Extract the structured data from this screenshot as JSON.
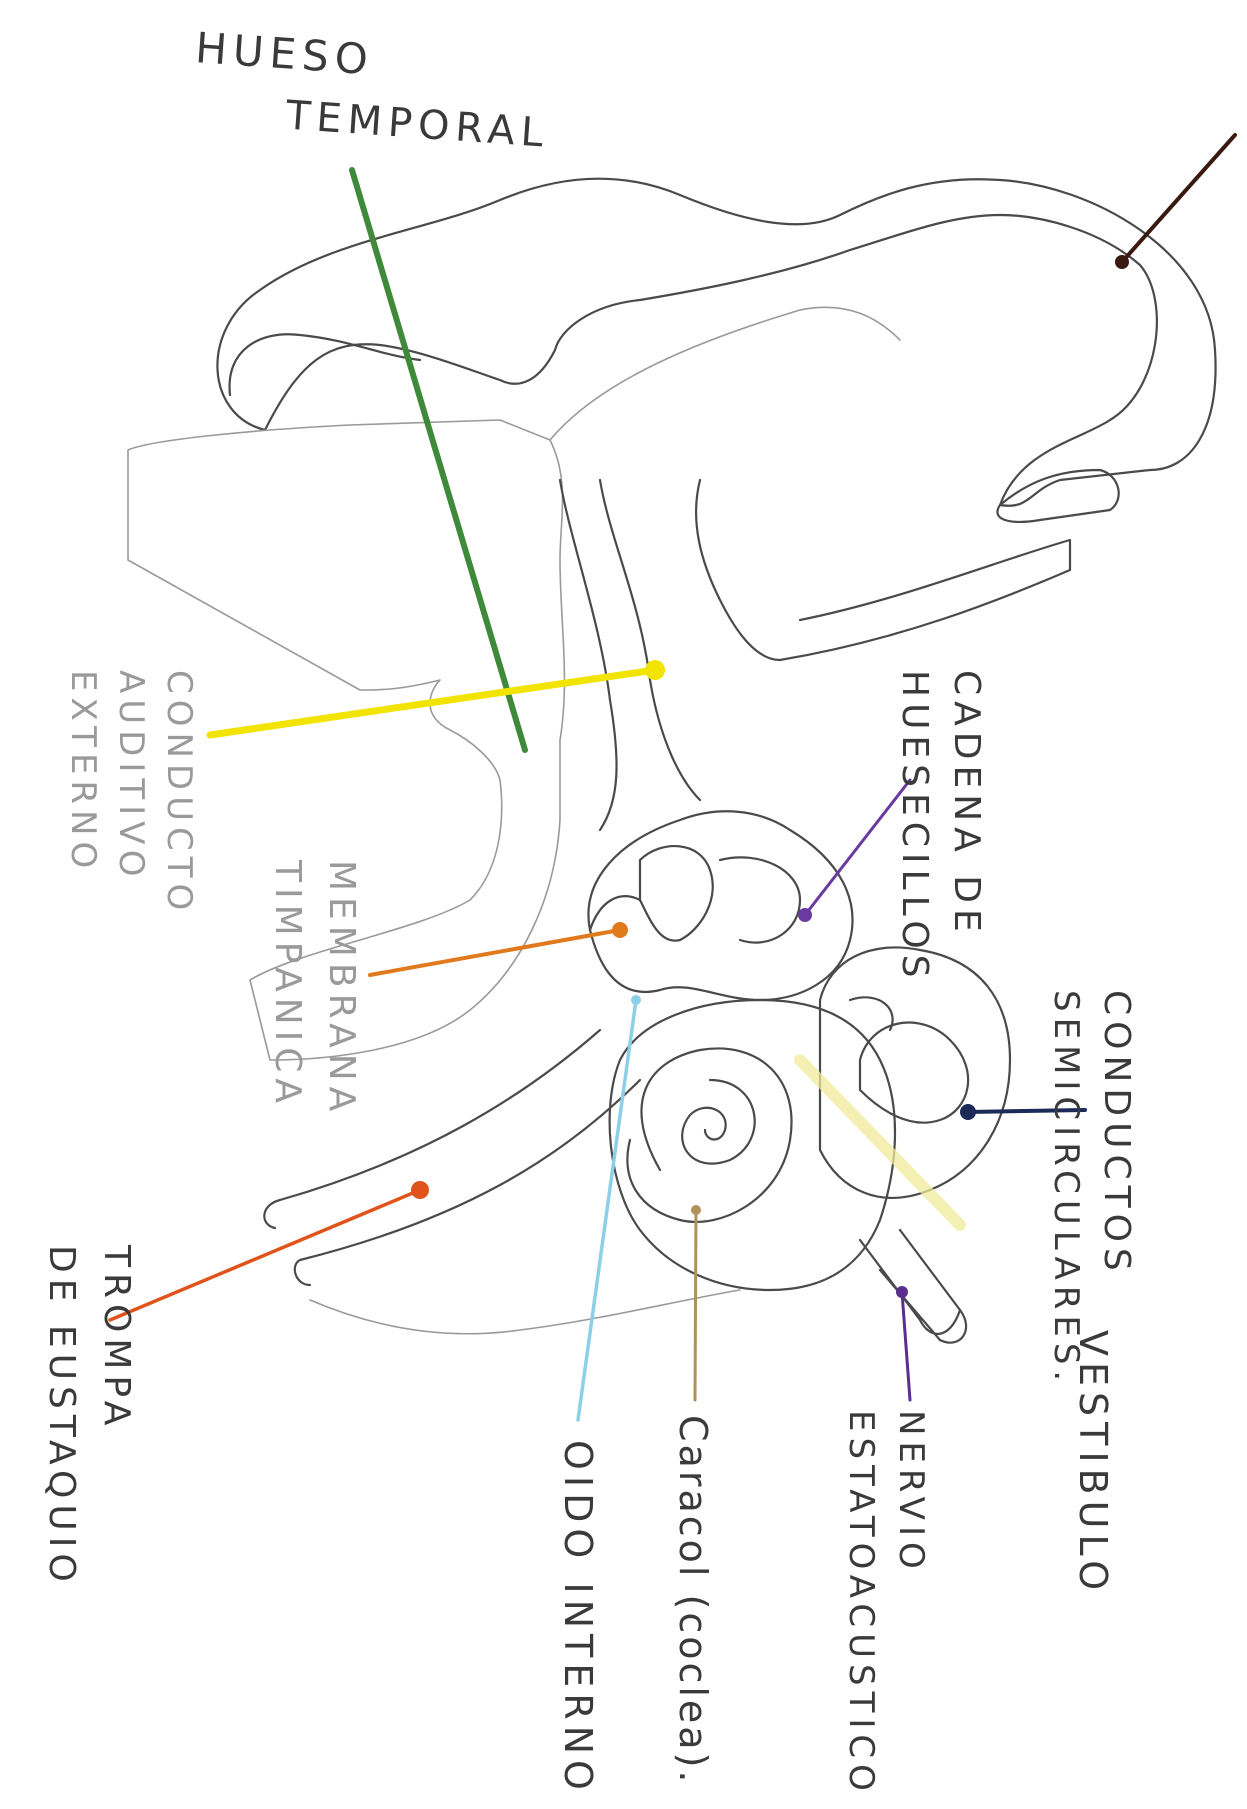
{
  "colors": {
    "pencil": "#4a4a4a",
    "pencil_light": "#9a9a9a",
    "hueso_temporal": "#3f8a3a",
    "conducto_auditivo": "#f2e400",
    "membrana_timpanica": "#e07a1c",
    "trompa": "#e0541c",
    "oido_interno": "#8ccfe8",
    "caracol": "#b0915a",
    "nervio": "#5a2e8c",
    "cadena": "#6a3aa0",
    "semicirculares": "#1c2a5a",
    "vestibulo": "#f0ea9a",
    "top_right": "#3a1a10"
  },
  "labels": {
    "hueso_temporal_1": "HUESO",
    "hueso_temporal_2": "TEMPORAL",
    "conducto_auditivo_1": "CONDUCTO",
    "conducto_auditivo_2": "AUDITIVO",
    "conducto_auditivo_3": "EXTERNO",
    "membrana_timpanica_1": "MEMBRANA",
    "membrana_timpanica_2": "TIMPANICA",
    "trompa_1": "TROMPA",
    "trompa_2": "DE EUSTAQUIO",
    "oido_interno": "OIDO INTERNO",
    "caracol": "Caracol (coclea).",
    "nervio_1": "NERVIO",
    "nervio_2": "ESTATOACUSTICO",
    "vestibulo": "VESTIBULO",
    "semicirculares_1": "CONDUCTOS",
    "semicirculares_2": "SEMICIRCULARES.",
    "cadena_1": "CADENA DE",
    "cadena_2": "HUESECILLOS"
  }
}
